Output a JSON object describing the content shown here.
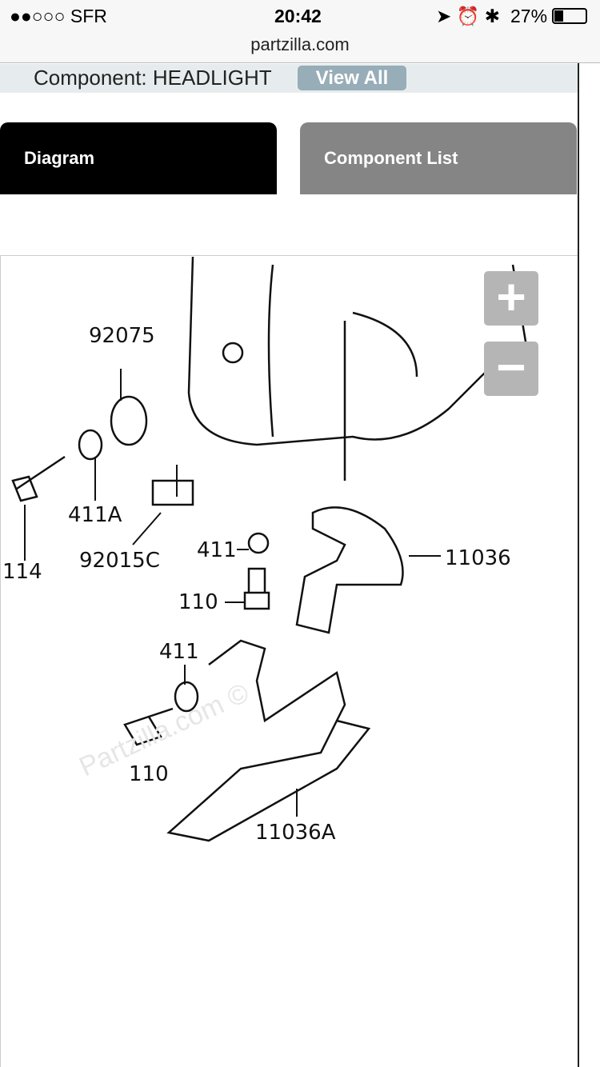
{
  "status": {
    "carrier": "●●○○○ SFR",
    "time": "20:42",
    "battery": "27%"
  },
  "browser": {
    "url": "partzilla.com"
  },
  "header": {
    "component": "Component: HEADLIGHT",
    "view_all": "View All"
  },
  "tabs": [
    {
      "label": "Diagram"
    },
    {
      "label": "Component List"
    }
  ],
  "zoom": {
    "in": "+",
    "out": "−"
  },
  "diagram": {
    "labels": [
      "92075",
      "411A",
      "114",
      "92015C",
      "411",
      "110",
      "11036",
      "411",
      "110",
      "11036A"
    ],
    "watermark": "Partzilla.com ©"
  }
}
